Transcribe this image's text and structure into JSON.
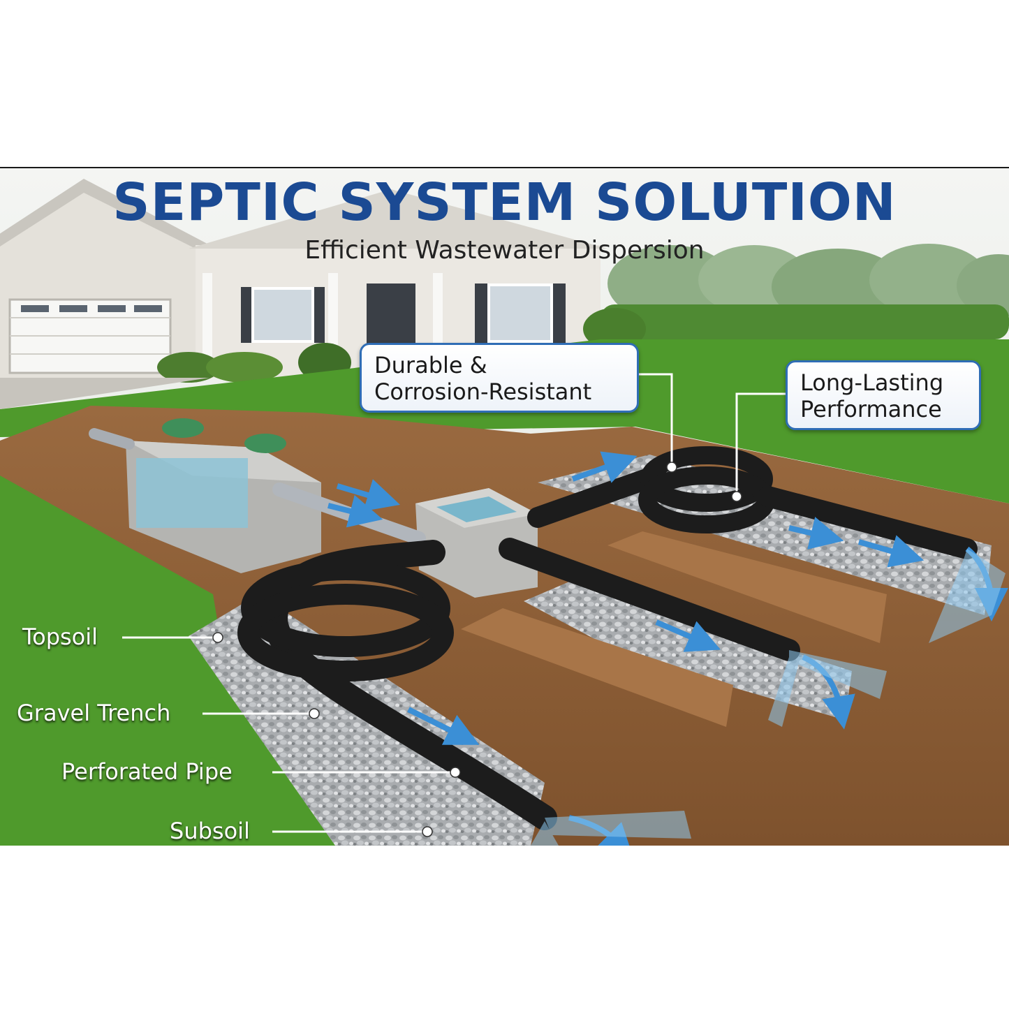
{
  "header": {
    "title": "SEPTIC SYSTEM SOLUTION",
    "subtitle": "Efficient Wastewater Dispersion"
  },
  "callouts": {
    "durable": {
      "line1": "Durable &",
      "line2": "Corrosion-Resistant"
    },
    "long_lasting": {
      "line1": "Long-Lasting",
      "line2": "Performance"
    }
  },
  "layer_labels": [
    "Topsoil",
    "Gravel Trench",
    "Perforated Pipe",
    "Subsoil"
  ],
  "colors": {
    "title": "#1b4a93",
    "subtitle": "#222222",
    "callout_border": "#2f6db5",
    "grass": "#4f9a2c",
    "soil": "#8a5a33",
    "gravel": "#b9bcbf",
    "pipe": "#1c1c1c",
    "water_arrow": "#3b8fd6"
  }
}
